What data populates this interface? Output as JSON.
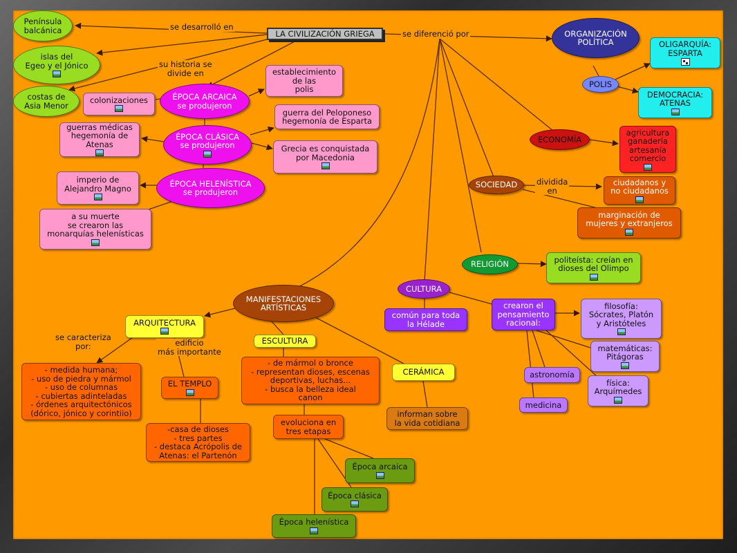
{
  "concepts": {
    "main": "LA CIVILIZACIÓN GRIEGA",
    "peninsula": "Península\nbalcánica",
    "islas": "islas del\nEgeo y el Jónico",
    "costas": "costas de\nAsia Menor",
    "arcaica": "ÉPOCA ARCAICA\nse produjeron",
    "clasica": "ÉPOCA CLÁSICA\nse produjeron",
    "helenistica": "ÉPOCA HELENÍSTICA\nse produjeron",
    "colonizaciones": "colonizaciones",
    "establecimiento": "establecimiento\nde las\npolis",
    "peloponeso": "guerra del Peloponeso\nhegemonía de Esparta",
    "medicas": "guerras médicas\nhegemonía de\nAtenas",
    "macedonia": "Grecia es conquistada\npor Macedonia",
    "alejandro": "imperio de\nAlejandro Magno",
    "muerte": "a su muerte\nse crearon las\nmonarquías helenísticas",
    "organizacion": "ORGANIZACIÓN\nPOLÍTICA",
    "polis": "POLIS",
    "oligarquia": "OLIGARQUÍA:\nESPARTA",
    "democracia": "DEMOCRACIA:\nATENAS",
    "economia": "ECONOMÍA",
    "agricultura": "agricultura\nganadería\nartesanía\ncomercio",
    "sociedad": "SOCIEDAD",
    "ciudadanos": "ciudadanos y\nno ciudadanos",
    "marginacion": "marginación de\nmujeres y extranjeros",
    "religion": "RELIGIÓN",
    "politeista": "politeísta: creían en\ndioses del Olimpo",
    "manifestaciones": "MANIFESTACIONES\nARTÍSTICAS",
    "arquitectura": "ARQUITECTURA",
    "arq_caracteristicas": "- medida humana;\n- uso de piedra y mármol\n- uso de columnas\n- cubiertas adinteladas\n- órdenes arquitectónicos\n(dórico, jónico y corintiio)",
    "templo": "EL TEMPLO",
    "templo_desc": "-casa de dioses\n- tres partes\n- destaca Acrópolis de\nAtenas: el Partenón",
    "escultura": "ESCULTURA",
    "escultura_desc": "- de mármol o bronce\n- representan dioses, escenas\ndeportivas, luchas...\n- busca la belleza ideal\ncanon",
    "evoluciona": "evoluciona en\ntres etapas",
    "ep_arcaica": "Época arcaica",
    "ep_clasica": "Época clásica",
    "ep_helenistica": "Época helenística",
    "ceramica": "CERÁMICA",
    "ceramica_desc": "informan sobre\nla vida cotidiana",
    "cultura": "CULTURA",
    "comun": "común para toda\nla Hélade",
    "pensamiento": "crearon el\npensamiento\nracional:",
    "filosofia": "filosofía:\nSócrates, Platón\ny Aristóteles",
    "matematicas": "matemáticas:\nPitágoras",
    "fisica": "física:\nArquímedes",
    "astronomia": "astronomía",
    "medicina": "medicina"
  },
  "link_labels": {
    "desarrollo": "se desarrolló en",
    "diferencio": "se diferenció por",
    "historia": "su historia se\ndivide en",
    "dividida": "dividida\nen",
    "caracteriza": "se caracteriza\npor:",
    "edificio": "edificio\nmás importante"
  },
  "colors": {
    "background": "#ff9900",
    "line": "#5a2d00"
  }
}
